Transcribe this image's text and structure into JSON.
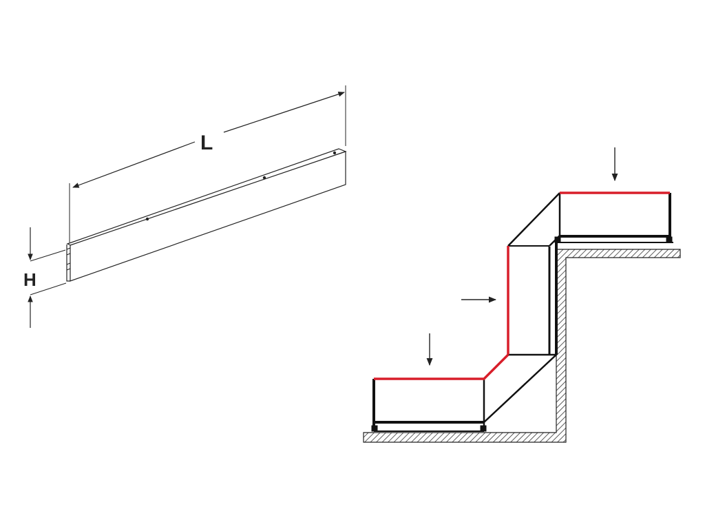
{
  "labels": {
    "length": "L",
    "height": "H"
  },
  "colors": {
    "line": "#111111",
    "highlight": "#d81e2a",
    "arrow": "#222222"
  },
  "figures": {
    "left": "shelf-strip-dimension-drawing",
    "right": "stepped-profile-cross-section"
  }
}
